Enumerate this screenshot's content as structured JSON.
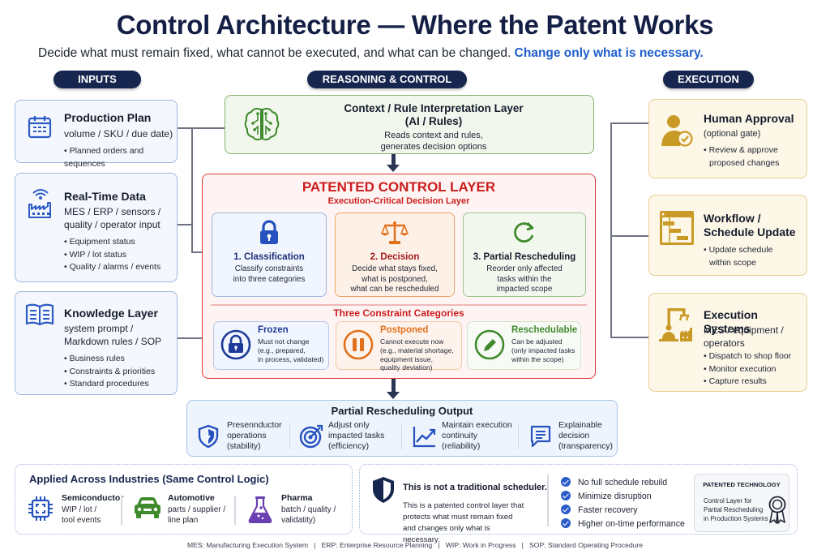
{
  "header": {
    "title": "Control Architecture — Where the Patent Works",
    "subtitle": "Decide what must remain fixed, what cannot be executed, and what can be changed.",
    "subtitle_highlight": "Change only what is necessary."
  },
  "columns": {
    "inputs": "INPUTS",
    "reasoning": "REASONING & CONTROL",
    "execution": "EXECUTION"
  },
  "inputs": [
    {
      "icon": "calendar-icon",
      "title": "Production Plan",
      "subtitle": "volume / SKU / due date)",
      "bullets": [
        "Planned orders and sequences"
      ]
    },
    {
      "icon": "factory-wifi-icon",
      "title": "Real-Time Data",
      "subtitle_lines": [
        "MES / ERP / sensors /",
        "quality / operator input"
      ],
      "bullets": [
        "Equipment status",
        "WIP / lot status",
        "Quality / alarms / events"
      ]
    },
    {
      "icon": "book-icon",
      "title": "Knowledge Layer",
      "subtitle_lines": [
        "system prompt /",
        "Markdown rules / SOP"
      ],
      "bullets": [
        "Business rules",
        "Constraints & priorities",
        "Standard procedures"
      ]
    }
  ],
  "context_layer": {
    "icon": "brain-circuit-icon",
    "title_line1": "Context / Rule Interpretation Layer",
    "title_line2": "(AI / Rules)",
    "desc_line1": "Reads context and rules,",
    "desc_line2": "generates decision options"
  },
  "control_layer": {
    "title": "PATENTED CONTROL LAYER",
    "subtitle": "Execution-Critical Decision Layer",
    "steps": [
      {
        "icon": "lock-icon",
        "title": "1. Classification",
        "desc": [
          "Classify constraints",
          "into three categories"
        ],
        "color": "#1d2f7a"
      },
      {
        "icon": "scales-icon",
        "title": "2. Decision",
        "desc": [
          "Decide what stays fixed,",
          "what is postponed,",
          "what can be rescheduled"
        ],
        "color": "#a3191c"
      },
      {
        "icon": "refresh-icon",
        "title": "3. Partial Rescheduling",
        "desc": [
          "Reorder only affected",
          "tasks within the",
          "impacted scope"
        ],
        "color": "#161c2c"
      }
    ],
    "categories_title": "Three Constraint Categories",
    "categories": [
      {
        "icon": "lock-circle-icon",
        "title": "Frozen",
        "desc": [
          "Must not change",
          "(e.g., prepared,",
          "in process, validated)"
        ],
        "color": "#1d3a9a"
      },
      {
        "icon": "pause-circle-icon",
        "title": "Postponed",
        "desc": [
          "Cannot execute now",
          "(e.g., material shortage,",
          "equipment issue,",
          "quality deviation)"
        ],
        "color": "#e0701b"
      },
      {
        "icon": "pencil-circle-icon",
        "title": "Reschedulable",
        "desc": [
          "Can be adjusted",
          "(only impacted tasks",
          "within the scope)"
        ],
        "color": "#3f8a2c"
      }
    ]
  },
  "output": {
    "title": "Partial Rescheduling Output",
    "items": [
      {
        "icon": "shield-icon",
        "lines": [
          "Presennductor",
          "operations",
          "(stability)"
        ]
      },
      {
        "icon": "target-icon",
        "lines": [
          "Adjust only",
          "impacted tasks",
          "(efficiency)"
        ]
      },
      {
        "icon": "trend-chart-icon",
        "lines": [
          "Maintain execution",
          "continuity",
          "(reliability)"
        ]
      },
      {
        "icon": "message-icon",
        "lines": [
          "Explainable",
          "decision",
          "(transparency)"
        ]
      }
    ]
  },
  "execution": [
    {
      "icon": "user-check-icon",
      "title": "Human Approval",
      "subtitle": "(optional gate)",
      "bullets": [
        "Review & approve",
        "proposed changes"
      ]
    },
    {
      "icon": "gantt-icon",
      "title_lines": [
        "Workflow /",
        "Schedule Update"
      ],
      "bullets": [
        "Update schedule",
        "within scope"
      ]
    },
    {
      "icon": "robot-arm-icon",
      "title": "Execution Systems",
      "subtitle_lines": [
        "MES / equipment /",
        "operators"
      ],
      "bullets": [
        "Dispatch to shop floor",
        "Monitor execution",
        "Capture results"
      ]
    }
  ],
  "industries": {
    "title": "Applied Across Industries (Same Control Logic)",
    "items": [
      {
        "icon": "chip-icon",
        "title": "Semiconductor",
        "lines": [
          "WIP / lot /",
          "tool events"
        ]
      },
      {
        "icon": "car-icon",
        "title": "Automotive",
        "lines": [
          "parts / supplier /",
          "line plan"
        ]
      },
      {
        "icon": "flask-icon",
        "title": "Pharma",
        "lines": [
          "batch / quality /",
          "validatity)"
        ]
      }
    ]
  },
  "not_traditional": {
    "title": "This is not a traditional scheduler.",
    "desc": "This is a patented control layer that protects what must remain fixed and changes only what is necessary.",
    "checks": [
      "No full schedule rebuild",
      "Minimize disruption",
      "Faster recovery",
      "Higher on-time performance"
    ],
    "patent_box": {
      "title": "PATENTED TECHNOLOGY",
      "desc": "Control Layer for Partial Rescheduling in Production Systems",
      "icon": "award-ribbon-icon"
    }
  },
  "footer": "MES: Manufacturing Execution System   |   ERP: Enterprise Resource Planning   |   WIP: Work in Progress   |   SOP: Standard Operating Procedure"
}
